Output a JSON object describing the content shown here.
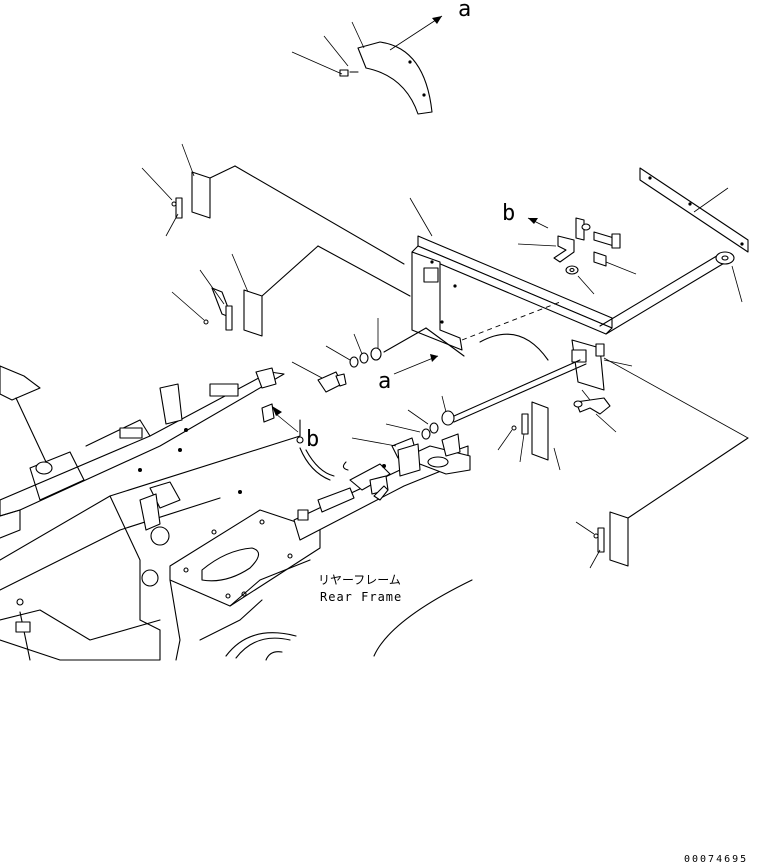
{
  "labels": {
    "marker_a_top": "a",
    "marker_b_top": "b",
    "marker_a_mid": "a",
    "marker_b_mid": "b",
    "frame_label_jp": "リヤーフレーム",
    "frame_label_en": "Rear Frame",
    "drawing_number": "00074695"
  }
}
